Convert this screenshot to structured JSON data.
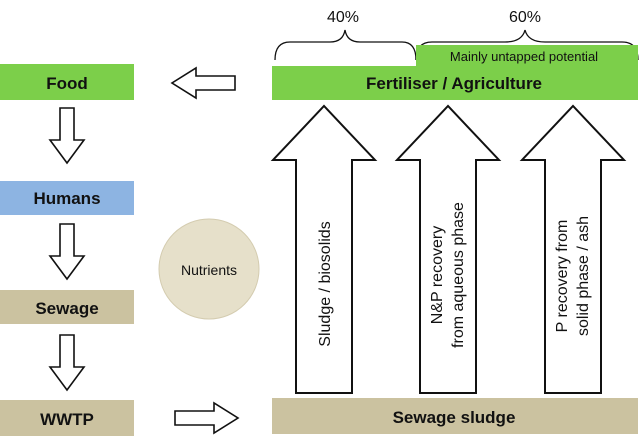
{
  "colors": {
    "green": "#7ccf4a",
    "blue": "#8db4e2",
    "tan": "#cbc2a0",
    "circle": "#e6e0ca",
    "circle_stroke": "#d4ccb0",
    "nutrients_text": "#a1232a",
    "untapped_text": "#a1232a",
    "arrow_fill": "#ffffff",
    "arrow_stroke": "#111111"
  },
  "left_chain": {
    "food": "Food",
    "humans": "Humans",
    "sewage": "Sewage",
    "wwtp": "WWTP"
  },
  "nutrients_label": "Nutrients",
  "top": {
    "percent_left": "40%",
    "percent_right": "60%",
    "untapped_label": "Mainly untapped potential",
    "fertiliser_label": "Fertiliser / Agriculture"
  },
  "bottom": {
    "sewage_sludge_label": "Sewage sludge"
  },
  "up_arrows": {
    "arrow1_line1": "Sludge / biosolids",
    "arrow2_line1": "N&P recovery",
    "arrow2_line2": "from aqueous phase",
    "arrow3_line1": "P recovery from",
    "arrow3_line2": "solid phase / ash"
  },
  "icons": {
    "down_arrow": "down-arrow-icon",
    "left_arrow": "left-arrow-icon",
    "right_arrow": "right-arrow-icon",
    "up_arrow": "up-arrow-icon",
    "brace": "curly-brace-icon"
  }
}
